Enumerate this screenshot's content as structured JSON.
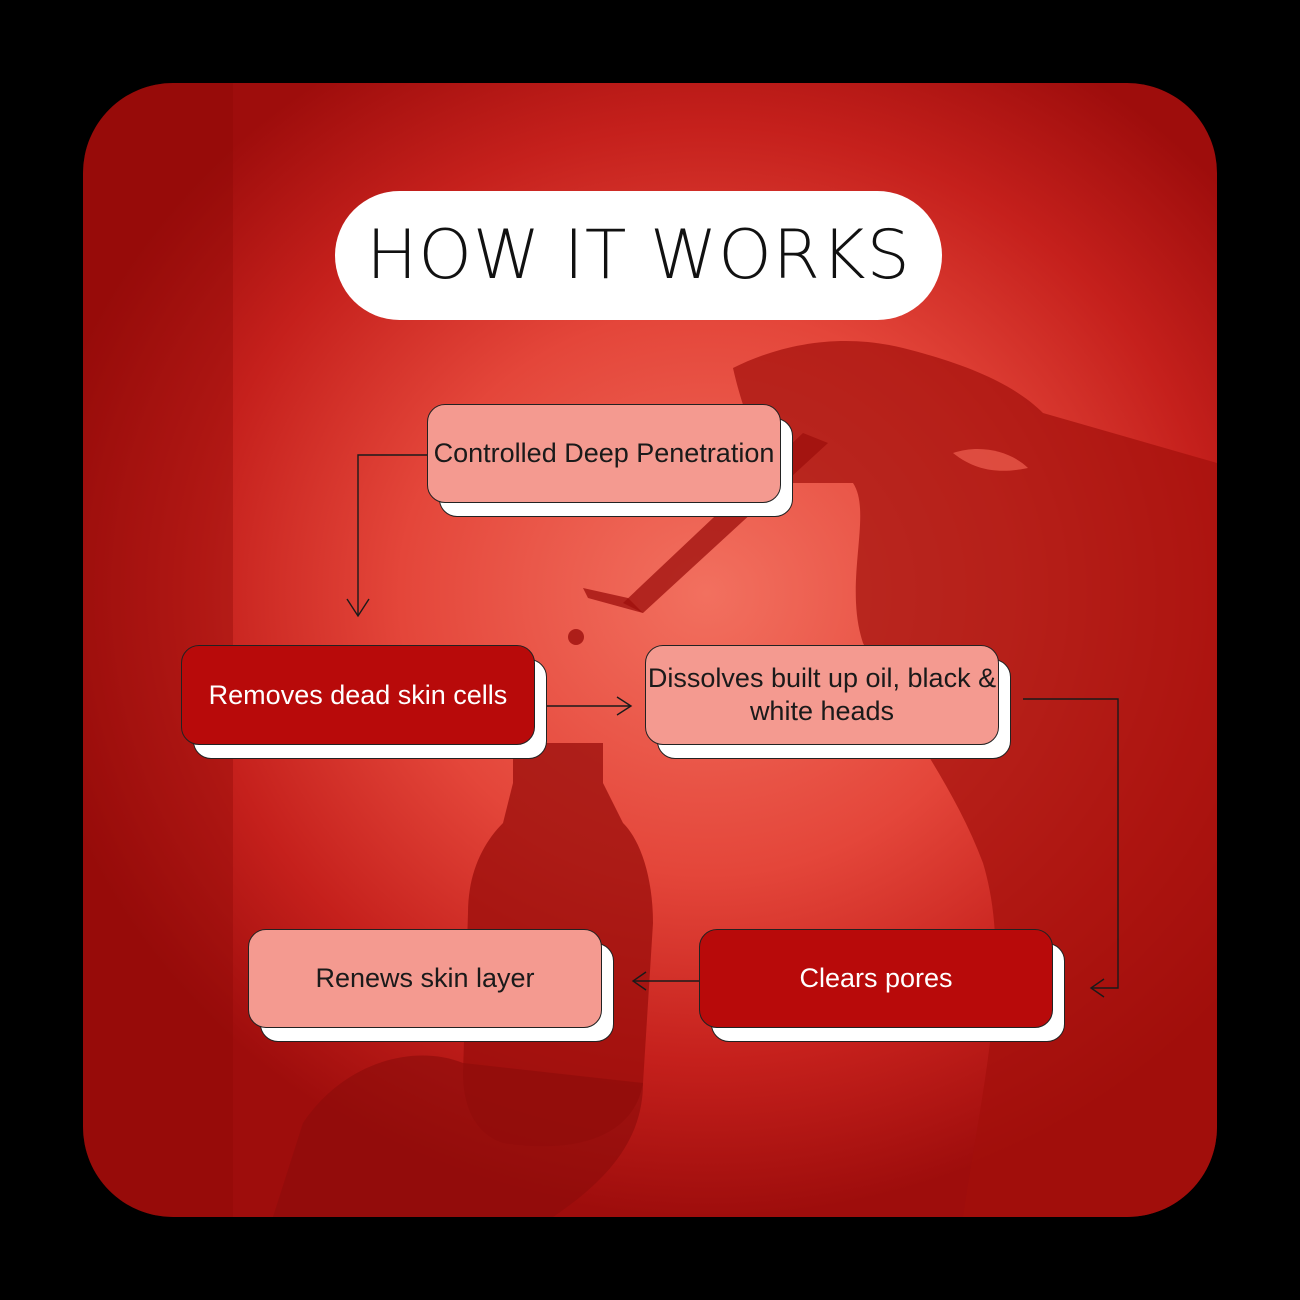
{
  "title": "HOW IT WORKS",
  "steps": {
    "step1": "Controlled Deep Penetration",
    "step2": "Removes dead skin cells",
    "step3": "Dissolves built up oil, black & white heads",
    "step4": "Clears pores",
    "step5": "Renews skin layer"
  },
  "colors": {
    "background": "#000000",
    "panel_red": "#e4463a",
    "box_light": "#f49a90",
    "box_dark": "#b80a0a",
    "title_pill": "#ffffff"
  }
}
